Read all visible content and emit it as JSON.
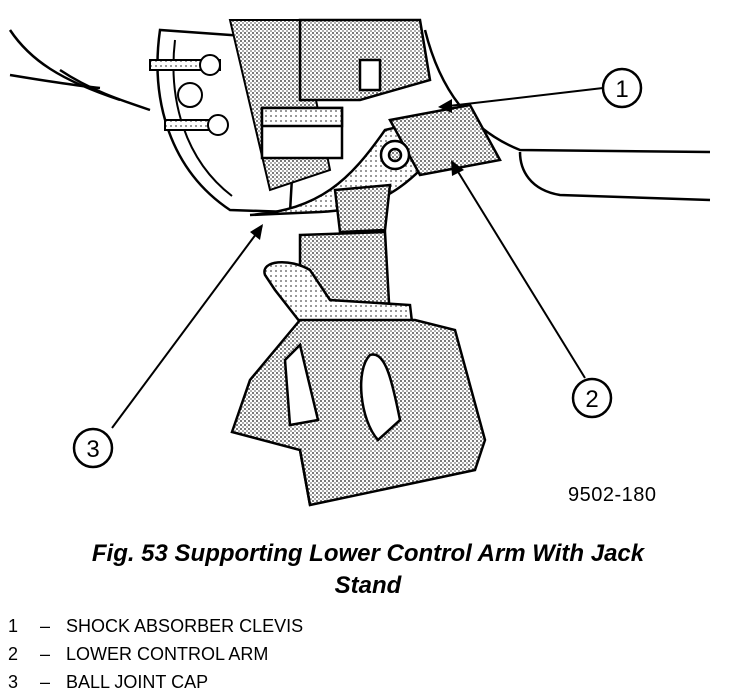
{
  "figure": {
    "code": "9502-180",
    "caption_line1": "Fig. 53 Supporting Lower Control Arm With Jack",
    "caption_line2": "Stand"
  },
  "callouts": [
    {
      "number": "1"
    },
    {
      "number": "2"
    },
    {
      "number": "3"
    }
  ],
  "legend": [
    {
      "number": "1",
      "dash": "–",
      "text": "SHOCK ABSORBER CLEVIS"
    },
    {
      "number": "2",
      "dash": "–",
      "text": "LOWER CONTROL ARM"
    },
    {
      "number": "3",
      "dash": "–",
      "text": "BALL JOINT CAP"
    }
  ],
  "colors": {
    "ink": "#000000",
    "paper": "#ffffff",
    "halftone": "#9a9a9a"
  }
}
